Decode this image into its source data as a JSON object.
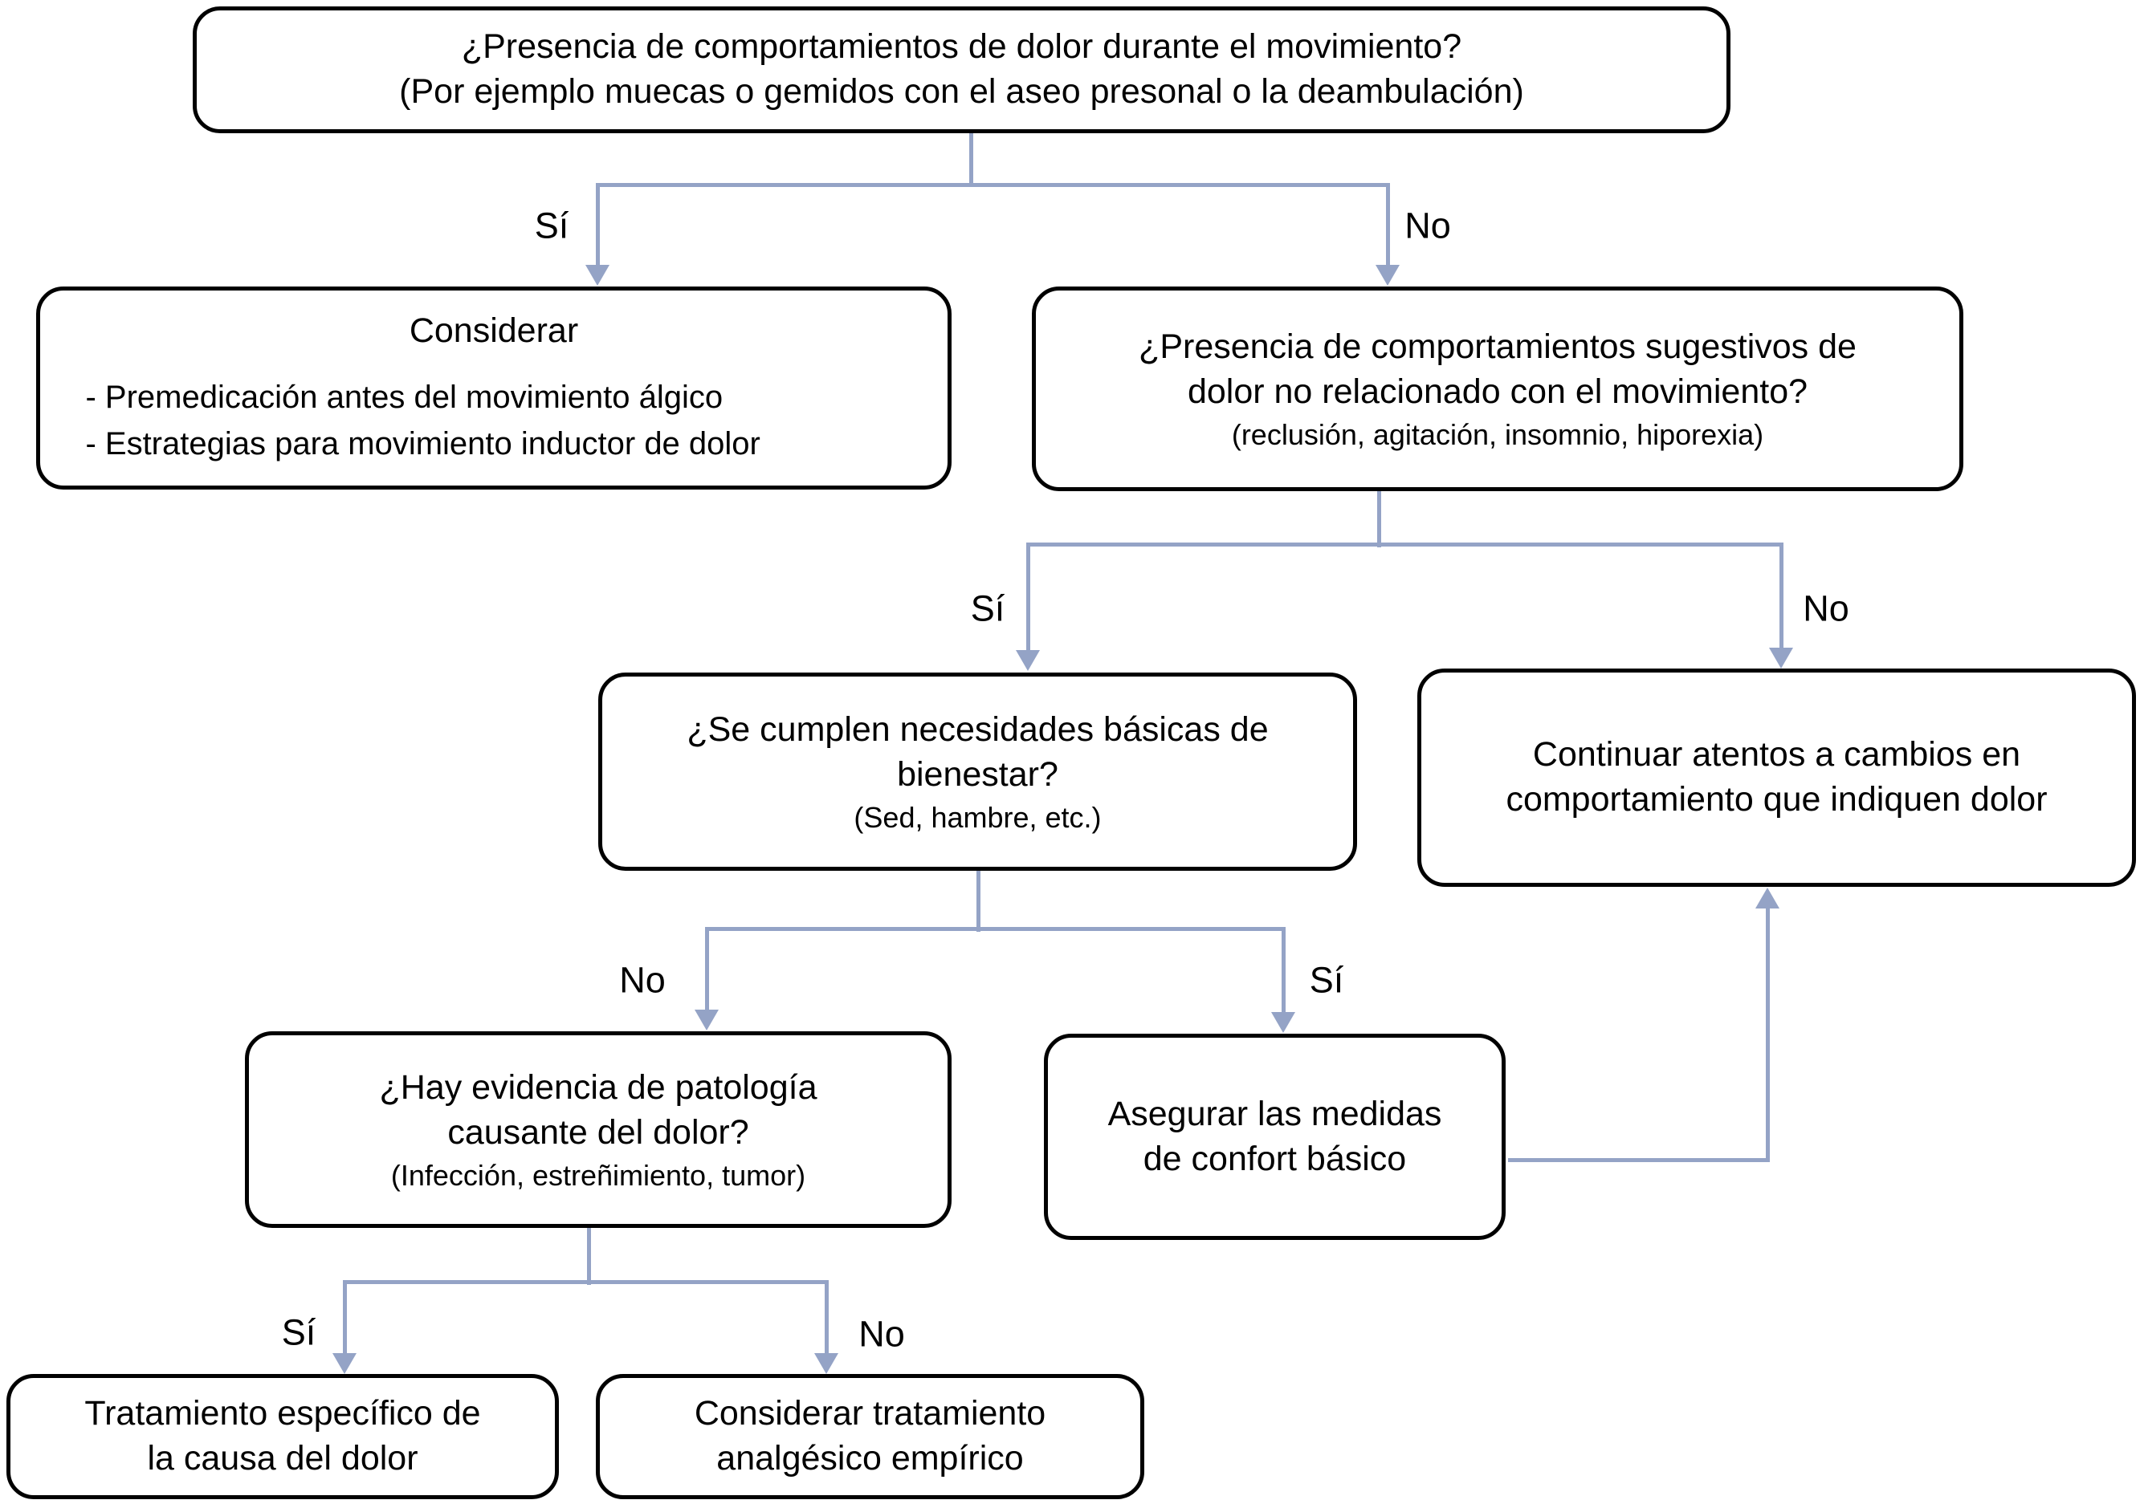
{
  "flowchart": {
    "colors": {
      "line": "#94a3c6",
      "node_border": "#000000",
      "background": "#ffffff",
      "text": "#000000"
    },
    "labels": {
      "yes": "Sí",
      "no": "No"
    },
    "nodes": {
      "pain_during_movement": {
        "text": "¿Presencia de comportamientos de dolor durante el movimiento?\n(Por ejemplo muecas o gemidos con el aseo presonal o la deambulación)"
      },
      "considerar": {
        "title": "Considerar",
        "bullets": [
          "- Premedicación antes del movimiento álgico",
          "- Estrategias para movimiento inductor de dolor"
        ]
      },
      "pain_not_movement": {
        "text": "¿Presencia de comportamientos sugestivos de\ndolor no relacionado con el movimiento?",
        "note": "(reclusión, agitación, insomnio, hiporexia)"
      },
      "basic_needs": {
        "text": "¿Se cumplen necesidades básicas de\nbienestar?",
        "note": "(Sed, hambre, etc.)"
      },
      "continue_watch": {
        "text": "Continuar atentos a cambios en\ncomportamiento que indiquen dolor"
      },
      "pathology_evidence": {
        "text": "¿Hay evidencia de patología\ncausante del dolor?",
        "note": "(Infección, estreñimiento, tumor)"
      },
      "comfort_measures": {
        "text": "Asegurar las medidas\nde confort básico"
      },
      "specific_treatment": {
        "text": "Tratamiento específico de\nla causa del dolor"
      },
      "empirical_treatment": {
        "text": "Considerar tratamiento\nanalgésico empírico"
      }
    }
  }
}
